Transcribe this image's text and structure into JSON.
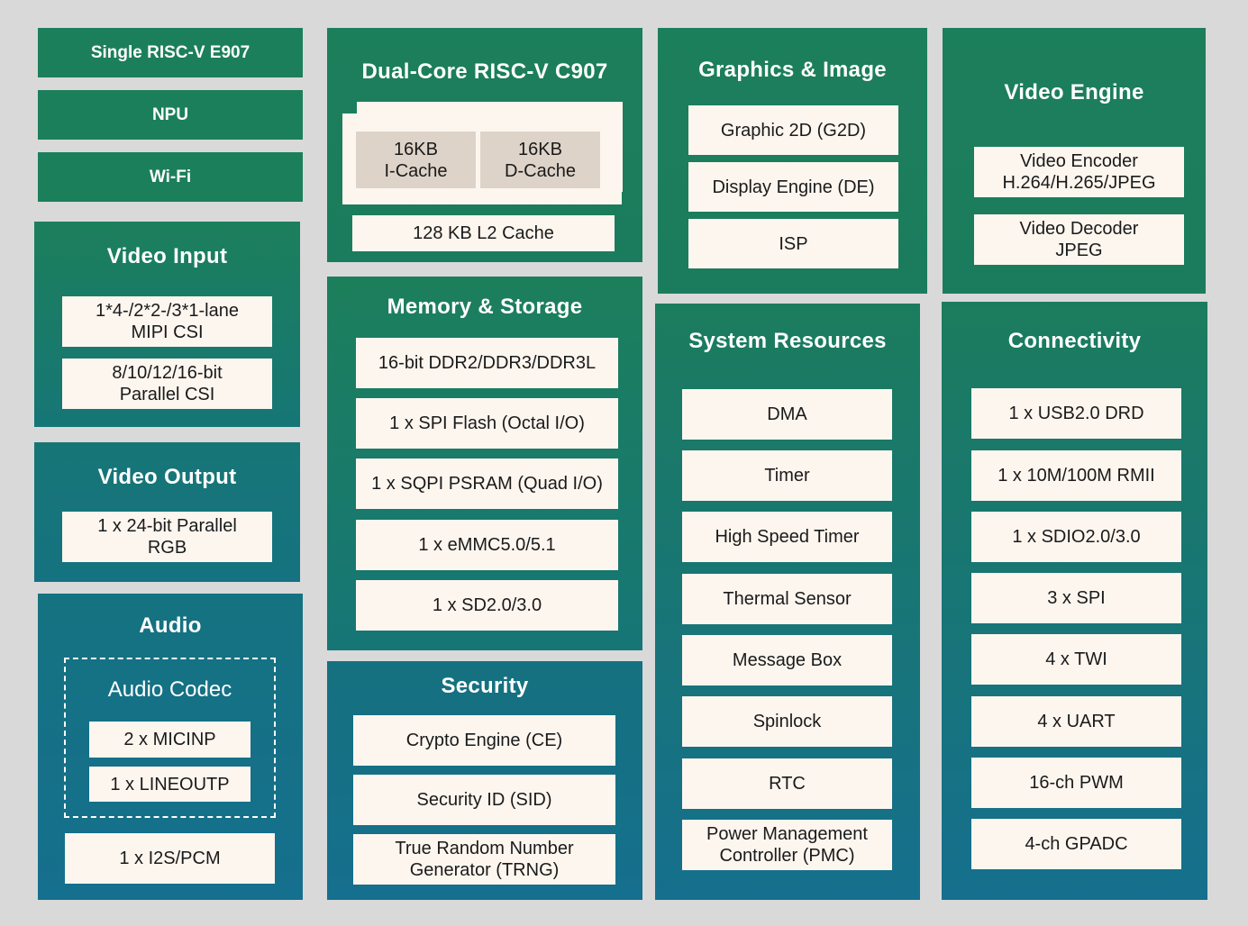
{
  "single_riscv": "Single RISC-V E907",
  "npu": "NPU",
  "wifi": "Wi-Fi",
  "video_input": {
    "title": "Video Input",
    "items": [
      {
        "l1": "1*4-/2*2-/3*1-lane",
        "l2": "MIPI CSI"
      },
      {
        "l1": "8/10/12/16-bit",
        "l2": "Parallel CSI"
      }
    ]
  },
  "video_output": {
    "title": "Video Output",
    "items": [
      {
        "l1": "1 x 24-bit Parallel",
        "l2": "RGB"
      }
    ]
  },
  "audio": {
    "title": "Audio",
    "codec_title": "Audio Codec",
    "codec_items": [
      "2 x MICINP",
      "1 x LINEOUTP"
    ],
    "i2s": "1 x I2S/PCM"
  },
  "dual_core": {
    "title": "Dual-Core RISC-V C907",
    "icache": {
      "l1": "16KB",
      "l2": "I-Cache"
    },
    "dcache": {
      "l1": "16KB",
      "l2": "D-Cache"
    },
    "l2cache": "128 KB L2 Cache"
  },
  "memory": {
    "title": "Memory & Storage",
    "items": [
      "16-bit DDR2/DDR3/DDR3L",
      "1 x SPI Flash (Octal I/O)",
      "1 x SQPI PSRAM (Quad I/O)",
      "1 x eMMC5.0/5.1",
      "1 x SD2.0/3.0"
    ]
  },
  "security": {
    "title": "Security",
    "items": [
      {
        "l1": "Crypto Engine (CE)"
      },
      {
        "l1": "Security ID (SID)"
      },
      {
        "l1": "True Random Number",
        "l2": "Generator (TRNG)"
      }
    ]
  },
  "graphics": {
    "title": "Graphics & Image",
    "items": [
      "Graphic 2D (G2D)",
      "Display Engine (DE)",
      "ISP"
    ]
  },
  "system": {
    "title": "System Resources",
    "items": [
      {
        "l1": "DMA"
      },
      {
        "l1": "Timer"
      },
      {
        "l1": "High Speed Timer"
      },
      {
        "l1": "Thermal Sensor"
      },
      {
        "l1": "Message Box"
      },
      {
        "l1": "Spinlock"
      },
      {
        "l1": "RTC"
      },
      {
        "l1": "Power Management",
        "l2": "Controller (PMC)"
      }
    ]
  },
  "video_engine": {
    "title": "Video Engine",
    "items": [
      {
        "l1": "Video Encoder",
        "l2": "H.264/H.265/JPEG"
      },
      {
        "l1": "Video Decoder",
        "l2": "JPEG"
      }
    ]
  },
  "connectivity": {
    "title": "Connectivity",
    "items": [
      "1 x USB2.0 DRD",
      "1 x 10M/100M RMII",
      "1 x SDIO2.0/3.0",
      "3 x SPI",
      "4 x TWI",
      "4 x UART",
      "16-ch PWM",
      "4-ch GPADC"
    ]
  },
  "colors": {
    "green": "#1c7f5b",
    "teal": "#157176",
    "blue": "#156f8e",
    "cell_bg": "#fdf6ef",
    "cache_bg": "#ddd3c8",
    "page_bg": "#d9d9d9"
  }
}
